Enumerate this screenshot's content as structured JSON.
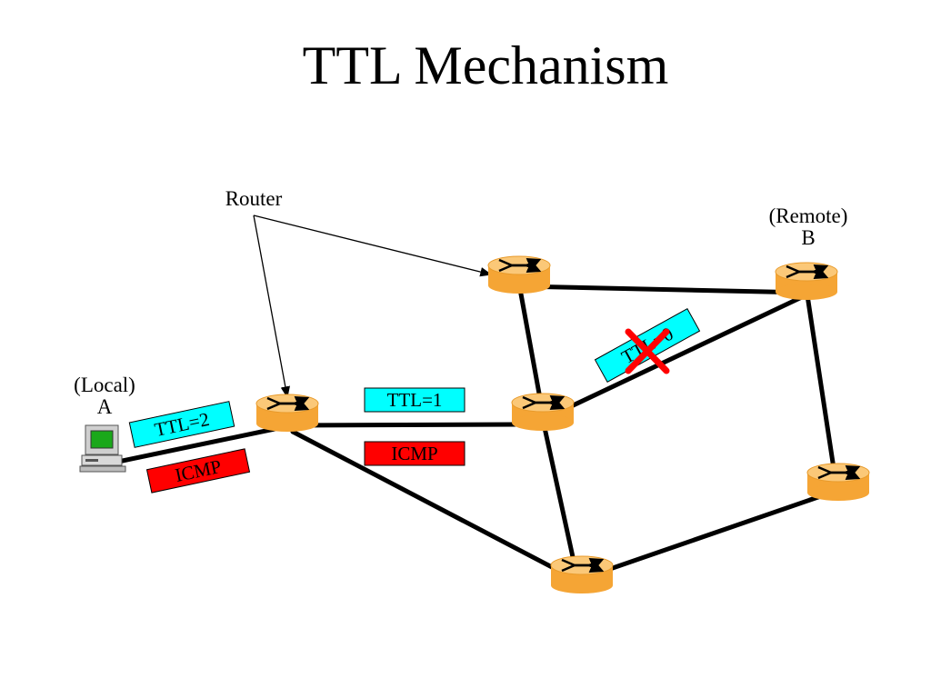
{
  "title": "TTL Mechanism",
  "labels": {
    "router": "Router",
    "remote_line1": "(Remote)",
    "remote_line2": "B",
    "local_line1": "(Local)",
    "local_line2": "A"
  },
  "tags": {
    "ttl2": "TTL=2",
    "icmp_left": "ICMP",
    "ttl1": "TTL=1",
    "icmp_mid": "ICMP",
    "ttl0": "TTL=0"
  },
  "colors": {
    "ttl_tag": "#00ffff",
    "icmp_tag": "#ff0000",
    "router_body": "#f5a535",
    "router_top": "#fbc878",
    "drop_mark": "#ff0000",
    "link": "#000000"
  }
}
